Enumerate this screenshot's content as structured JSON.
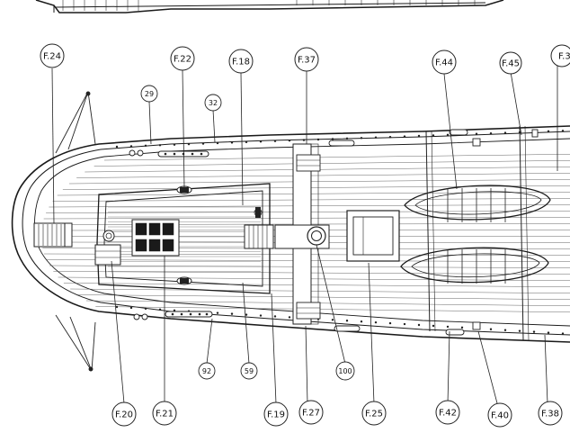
{
  "labels": {
    "F24": "F.24",
    "F22": "F.22",
    "F18": "F.18",
    "F37": "F.37",
    "F44": "F.44",
    "F45": "F.45",
    "F3x": "F.3",
    "F20": "F.20",
    "F21": "F.21",
    "F19": "F.19",
    "F27": "F.27",
    "F25": "F.25",
    "F42": "F.42",
    "F40": "F.40",
    "F38": "F.38"
  },
  "numbers": {
    "n29": "29",
    "n32": "32",
    "n92": "92",
    "n59": "59",
    "n100": "100"
  }
}
